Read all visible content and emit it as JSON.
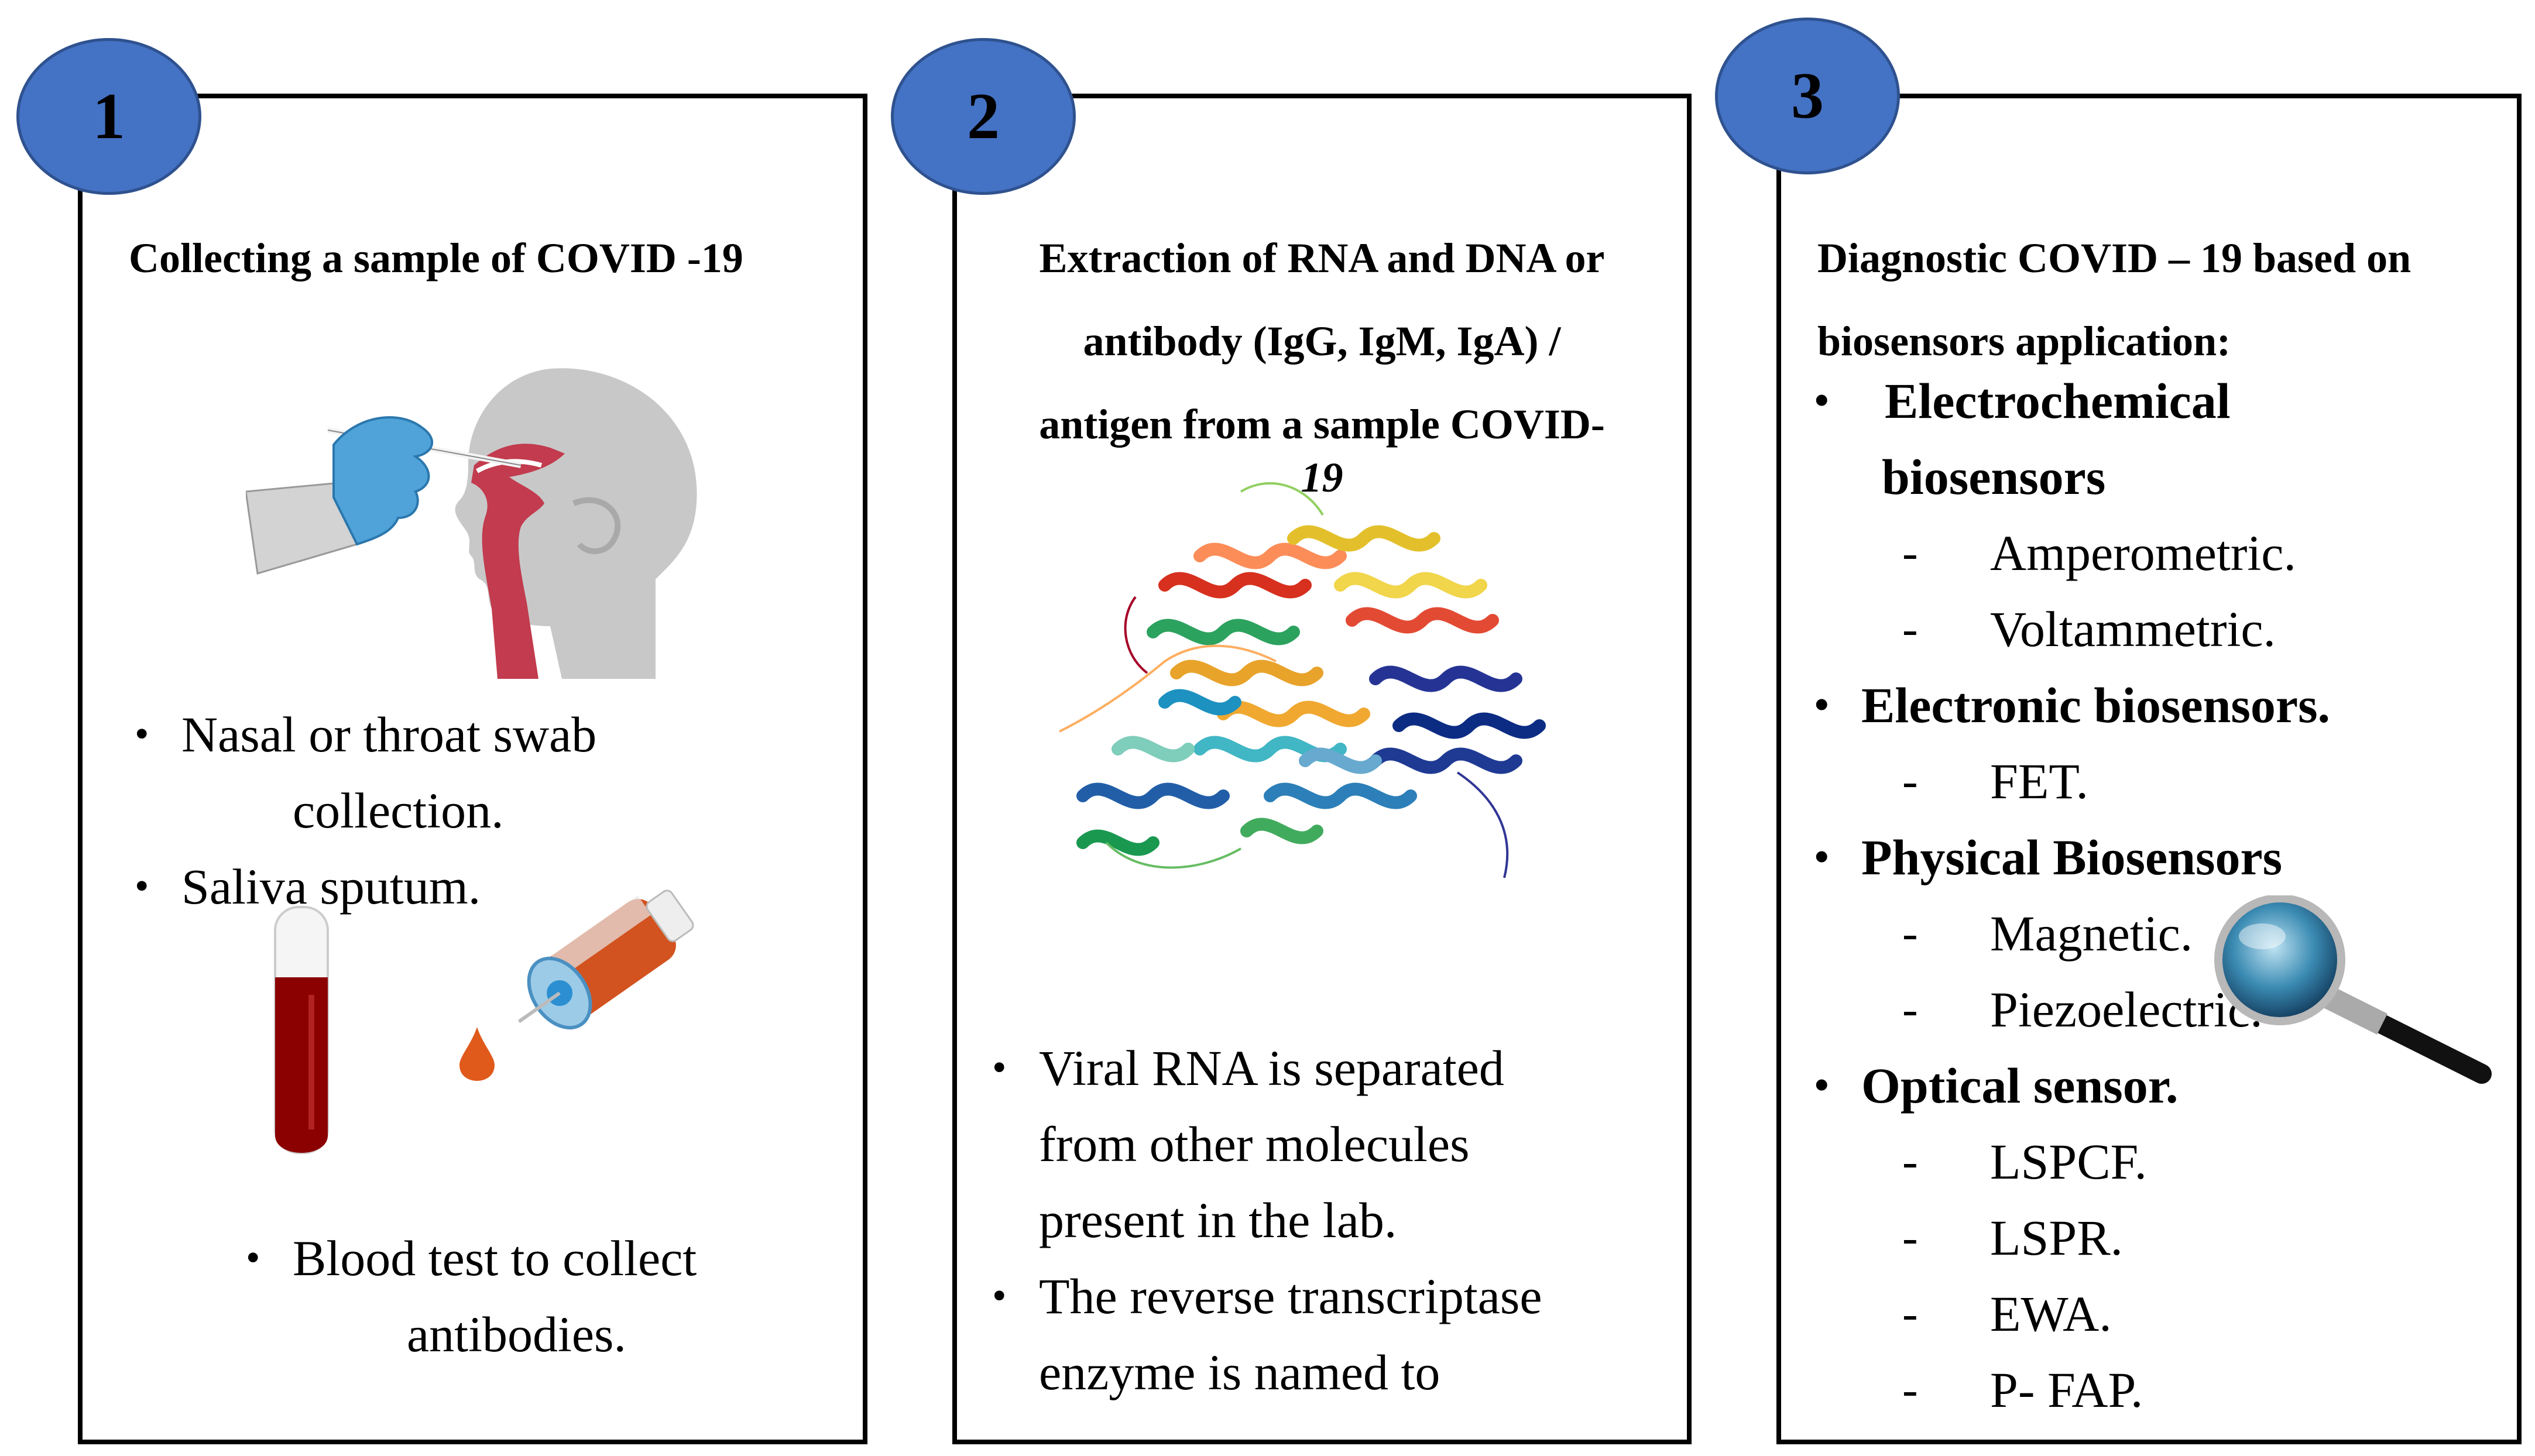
{
  "panels": [
    {
      "number": "1",
      "heading": [
        "Collecting a sample of COVID -19"
      ],
      "bullets": [
        {
          "lines": [
            "Nasal or throat swab",
            "collection."
          ]
        },
        {
          "lines": [
            "Saliva sputum."
          ]
        },
        {
          "lines": [
            "Blood test to collect",
            "antibodies."
          ]
        }
      ]
    },
    {
      "number": "2",
      "heading": [
        "Extraction of RNA and DNA or",
        "antibody (IgG, IgM, IgA) /",
        "antigen from a sample COVID-",
        "19"
      ],
      "bullets": [
        {
          "lines": [
            "Viral RNA is separated",
            "from other molecules",
            "present in the lab."
          ]
        },
        {
          "lines": [
            "The reverse transcriptase",
            "enzyme is named to"
          ]
        }
      ]
    },
    {
      "number": "3",
      "heading": [
        "Diagnostic COVID – 19 based on",
        "biosensors application:"
      ],
      "groups": [
        {
          "title": [
            "Electrochemical",
            "biosensors"
          ],
          "items": [
            "Amperometric.",
            "Voltammetric."
          ]
        },
        {
          "title": [
            "Electronic biosensors."
          ],
          "items": [
            "FET."
          ]
        },
        {
          "title": [
            "Physical Biosensors"
          ],
          "items": [
            "Magnetic.",
            "Piezoelectric."
          ]
        },
        {
          "title": [
            "Optical sensor."
          ],
          "items": [
            "LSPCF.",
            "LSPR.",
            "EWA.",
            "P- FAP."
          ]
        }
      ],
      "dash_symbol": "-"
    }
  ],
  "bullet_symbol": "•",
  "colors": {
    "circle_fill": "#4472c4",
    "circle_stroke": "#2f528f",
    "head_gray": "#c8c8c8",
    "glove_blue": "#4fa3d9",
    "blood_red": "#8b0000",
    "tissue_red": "#c23b4e"
  },
  "icons": [
    "nasal-swab-illustration",
    "blood-tube-icon",
    "syringe-icon",
    "blood-drop-icon",
    "protein-structure-icon",
    "magnifier-icon"
  ]
}
